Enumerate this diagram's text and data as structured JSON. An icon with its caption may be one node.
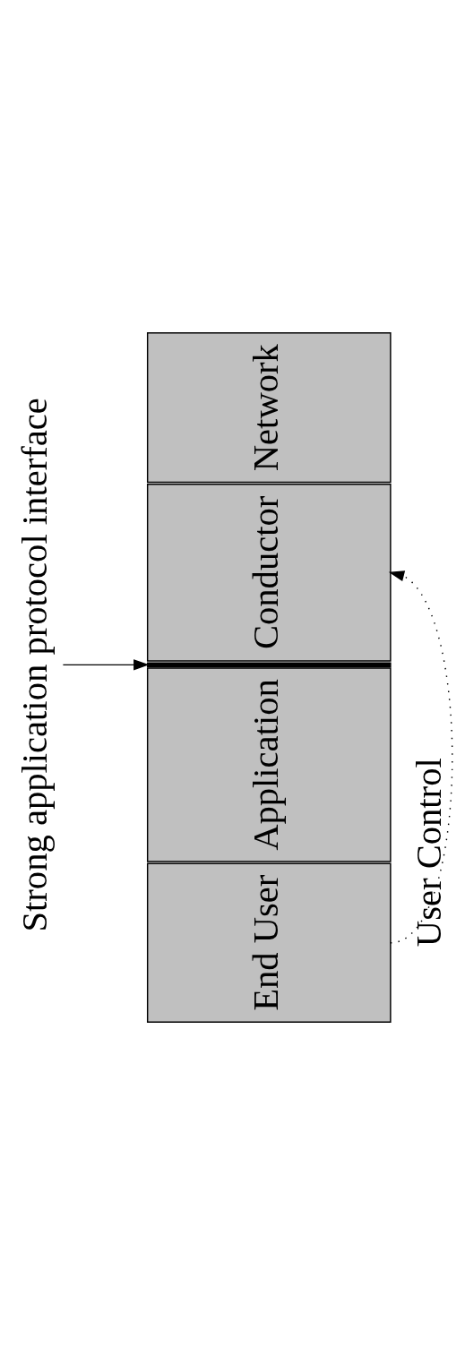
{
  "diagram": {
    "nodes": [
      {
        "text": [
          "End User"
        ]
      },
      {
        "text": [
          "Application"
        ]
      },
      {
        "text": [],
        "shape": "bar"
      },
      {
        "text": [
          "Conductor"
        ]
      },
      {
        "text": [
          "Network"
        ]
      },
      {
        "text": [
          "Strong application protocol interface"
        ]
      }
    ],
    "edges": [
      {
        "from": 5,
        "to": 2,
        "arrow": "to"
      },
      {
        "from": 0,
        "to": 3,
        "arrow": "to",
        "style": "dashed",
        "label": "User Control"
      }
    ]
  }
}
